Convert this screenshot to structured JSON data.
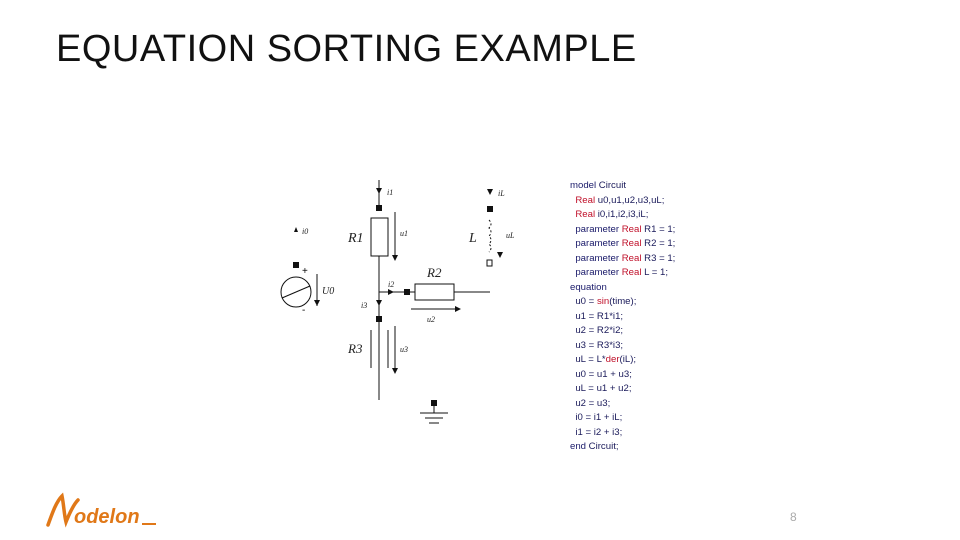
{
  "title": "EQUATION SORTING EXAMPLE",
  "code": [
    [
      {
        "t": "model",
        "k": "k"
      },
      {
        "t": " Circuit"
      }
    ],
    [
      {
        "t": "  "
      },
      {
        "t": "Real",
        "k": "r"
      },
      {
        "t": " u0,u1,u2,u3,uL;"
      }
    ],
    [
      {
        "t": "  "
      },
      {
        "t": "Real",
        "k": "r"
      },
      {
        "t": " i0,i1,i2,i3,iL;"
      }
    ],
    [
      {
        "t": "  parameter ",
        "k": "k"
      },
      {
        "t": "Real",
        "k": "r"
      },
      {
        "t": " R1 = 1;"
      }
    ],
    [
      {
        "t": "  parameter ",
        "k": "k"
      },
      {
        "t": "Real",
        "k": "r"
      },
      {
        "t": " R2 = 1;"
      }
    ],
    [
      {
        "t": "  parameter ",
        "k": "k"
      },
      {
        "t": "Real",
        "k": "r"
      },
      {
        "t": " R3 = 1;"
      }
    ],
    [
      {
        "t": "  parameter ",
        "k": "k"
      },
      {
        "t": "Real",
        "k": "r"
      },
      {
        "t": " L = 1;"
      }
    ],
    [
      {
        "t": "equation",
        "k": "k"
      }
    ],
    [
      {
        "t": "  u0 = "
      },
      {
        "t": "sin",
        "k": "r"
      },
      {
        "t": "(time);"
      }
    ],
    [
      {
        "t": "  u1 = R1*i1;"
      }
    ],
    [
      {
        "t": "  u2 = R2*i2;"
      }
    ],
    [
      {
        "t": "  u3 = R3*i3;"
      }
    ],
    [
      {
        "t": "  uL = L*"
      },
      {
        "t": "der",
        "k": "r"
      },
      {
        "t": "(iL);"
      }
    ],
    [
      {
        "t": "  u0 = u1 + u3;"
      }
    ],
    [
      {
        "t": "  uL = u1 + u2;"
      }
    ],
    [
      {
        "t": "  u2 = u3;"
      }
    ],
    [
      {
        "t": "  i0 = i1 + iL;"
      }
    ],
    [
      {
        "t": "  i1 = i2 + i3;"
      }
    ],
    [
      {
        "t": "end",
        "k": "k"
      },
      {
        "t": " Circuit;"
      }
    ]
  ],
  "circuit": {
    "i1": "i1",
    "u1": "u1",
    "R1": "R1",
    "i0": "i0",
    "U0": "U0",
    "plus": "+",
    "minus": "-",
    "iL": "iL",
    "L": "L",
    "uL": "uL",
    "R2": "R2",
    "i2": "i2",
    "i3": "i3",
    "u2": "u2",
    "R3": "R3",
    "u3": "u3"
  },
  "logo": "modelon",
  "page_number": "8",
  "colors": {
    "keyword": "#1a1a6a",
    "type": "#c0102a",
    "logo": "#e07818"
  }
}
